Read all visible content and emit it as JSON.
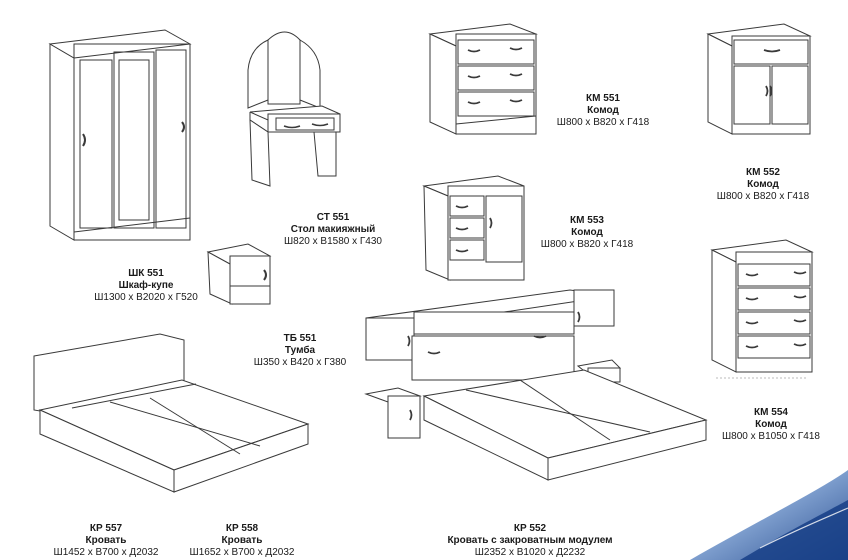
{
  "products": {
    "km551": {
      "code": "КМ 551",
      "name": "Комод",
      "dims": "Ш800 х В820 х Г418"
    },
    "km552": {
      "code": "КМ 552",
      "name": "Комод",
      "dims": "Ш800 х В820 х Г418"
    },
    "st551": {
      "code": "СТ 551",
      "name": "Стол макияжный",
      "dims": "Ш820 х В1580 х Г430"
    },
    "km553": {
      "code": "КМ 553",
      "name": "Комод",
      "dims": "Ш800 х В820 х Г418"
    },
    "shk551": {
      "code": "ШК 551",
      "name": "Шкаф-купе",
      "dims": "Ш1300 х В2020 х Г520"
    },
    "tb551": {
      "code": "ТБ 551",
      "name": "Тумба",
      "dims": "Ш350 х В420 х Г380"
    },
    "km554": {
      "code": "КМ 554",
      "name": "Комод",
      "dims": "Ш800 х В1050 х Г418"
    },
    "kr557": {
      "code": "КР 557",
      "name": "Кровать",
      "dims": "Ш1452 х В700 х Д2032"
    },
    "kr558": {
      "code": "КР 558",
      "name": "Кровать",
      "dims": "Ш1652 х В700 х Д2032"
    },
    "kr552": {
      "code": "КР 552",
      "name": "Кровать с закроватным модулем",
      "dims": "Ш2352 х В1020 х Д2232"
    }
  },
  "colors": {
    "line": "#3a3a3a",
    "accent": "#1a4fa0"
  }
}
